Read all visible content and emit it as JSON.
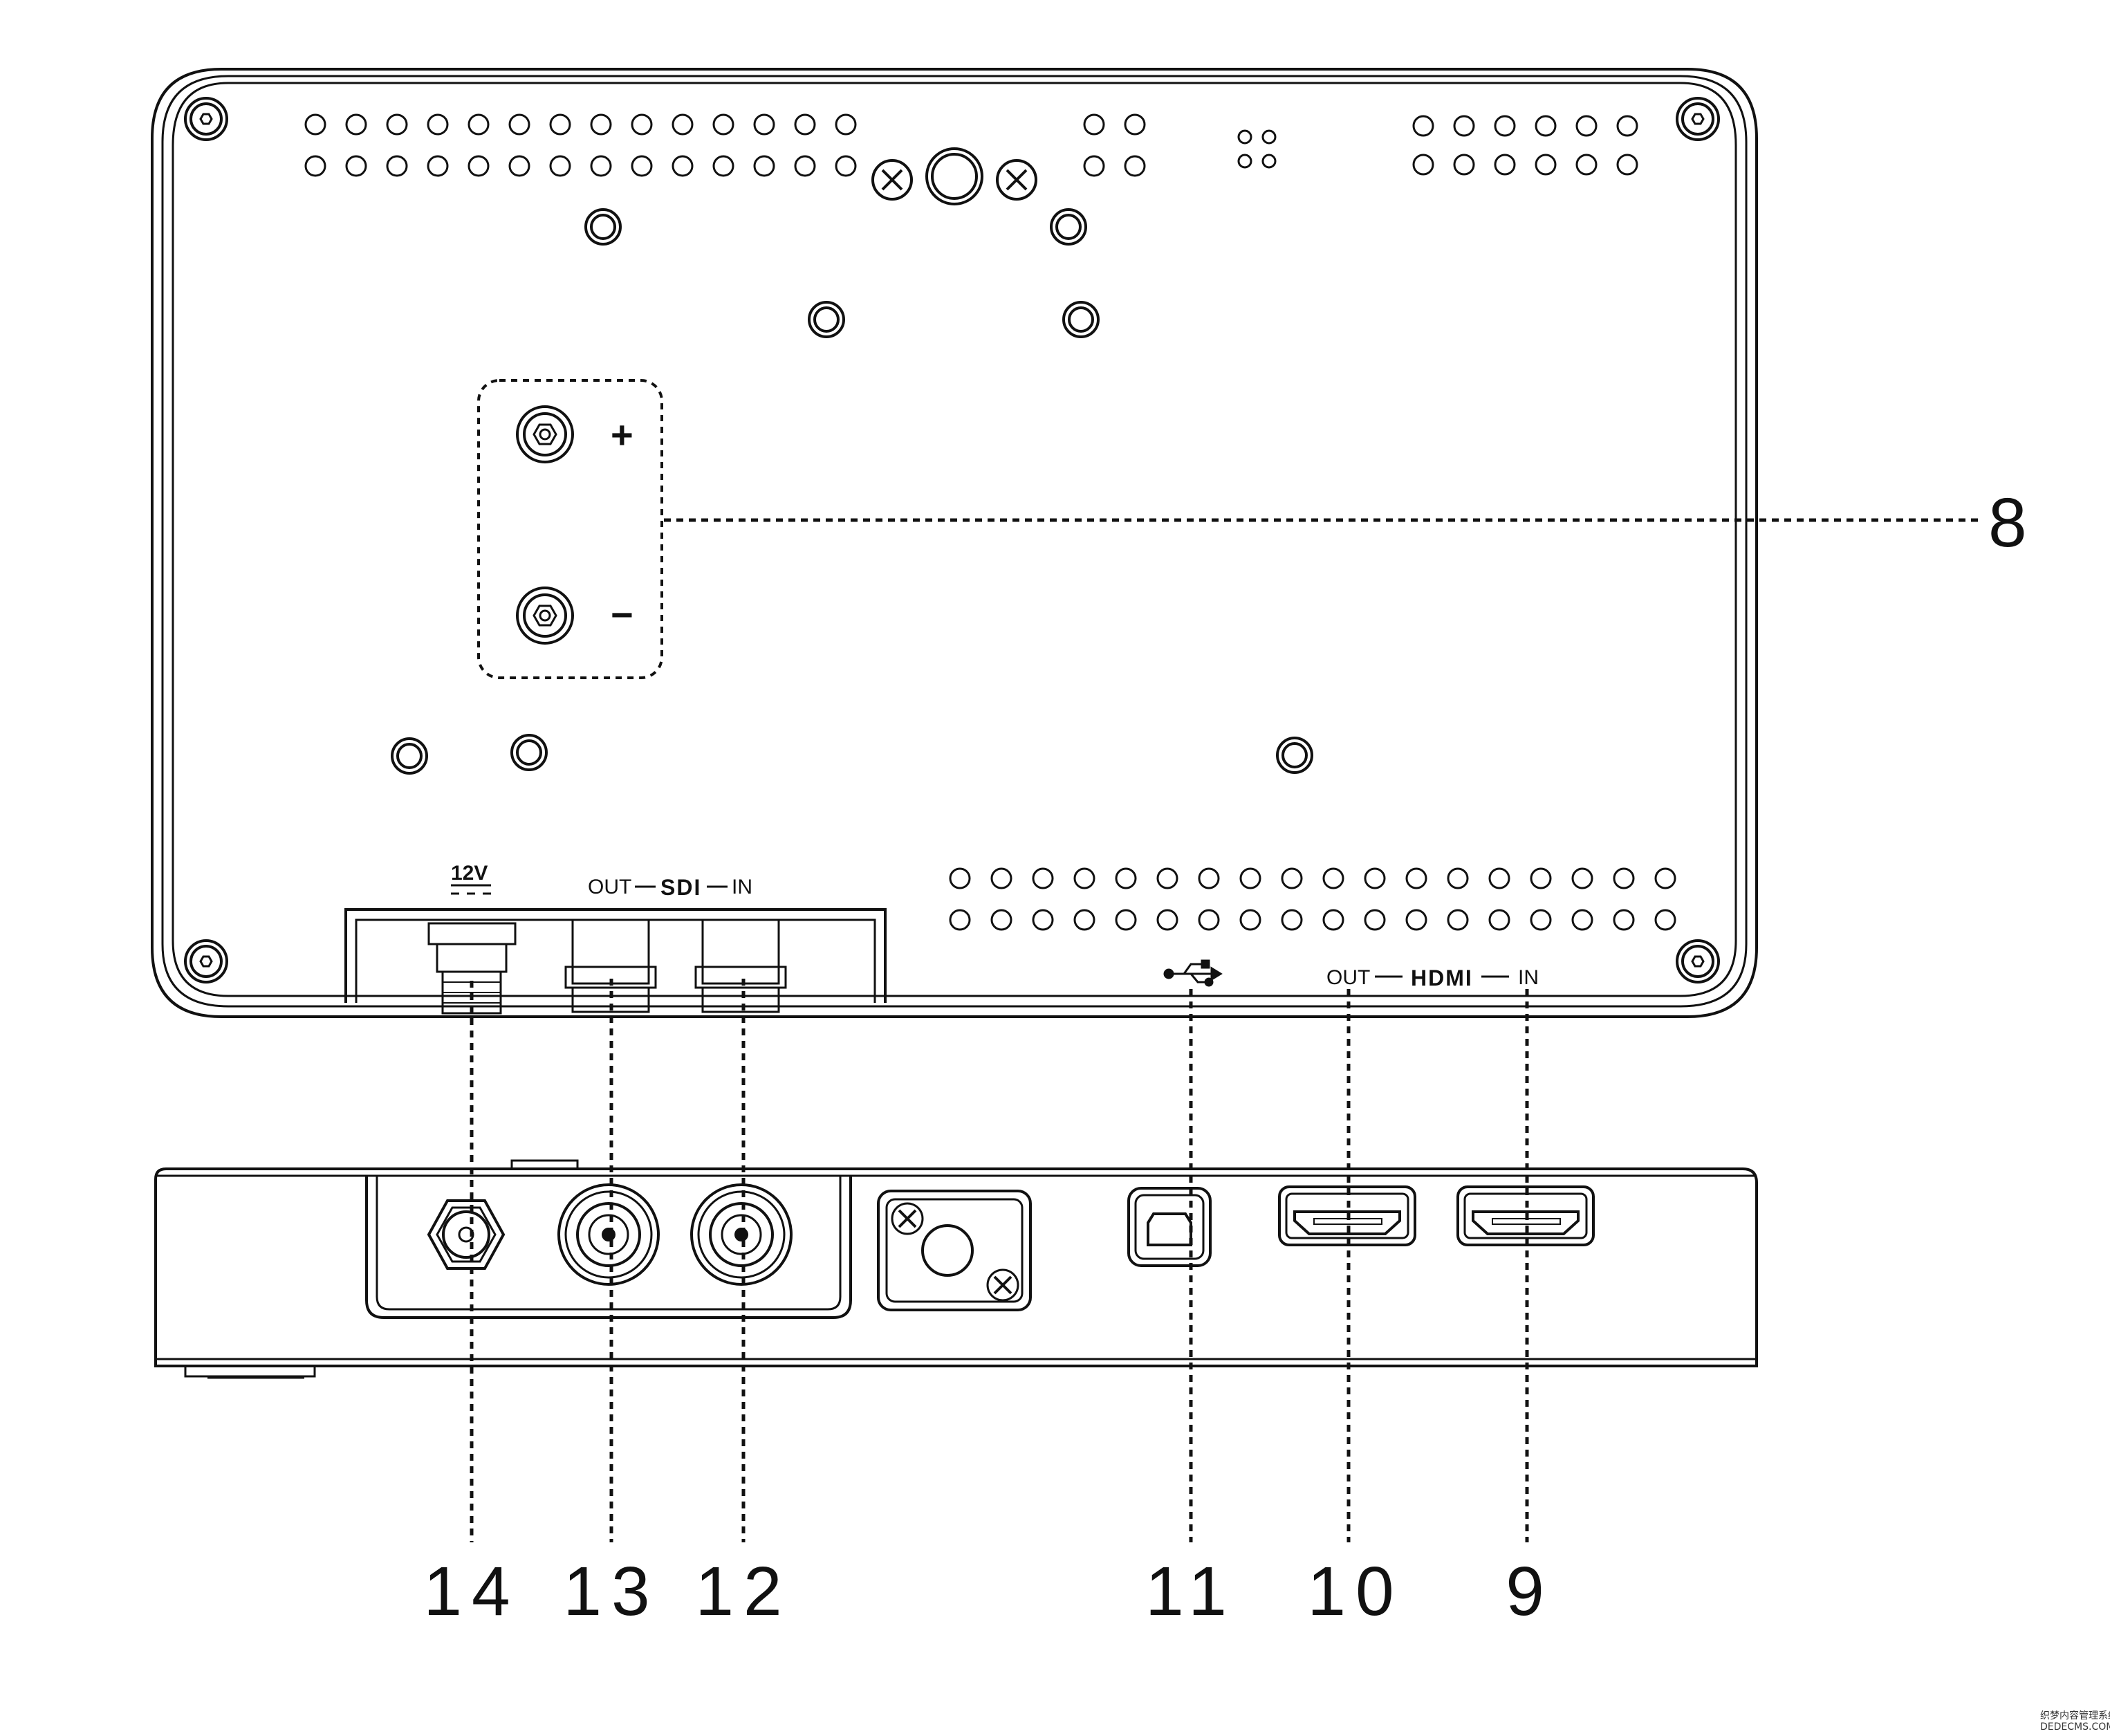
{
  "labels": {
    "power_voltage": "12V",
    "sdi_out": "OUT",
    "sdi_name": "SDI",
    "sdi_in": "IN",
    "hdmi_out": "OUT",
    "hdmi_name": "HDMI",
    "hdmi_in": "IN",
    "plus_sign": "+",
    "minus_sign": "−"
  },
  "callouts": {
    "c8": "8",
    "c9": "9",
    "c10": "10",
    "c11": "11",
    "c12": "12",
    "c13": "13",
    "c14": "14"
  },
  "watermark": {
    "line1": "织梦内容管理系统",
    "line2": "DEDECMS.COM"
  }
}
